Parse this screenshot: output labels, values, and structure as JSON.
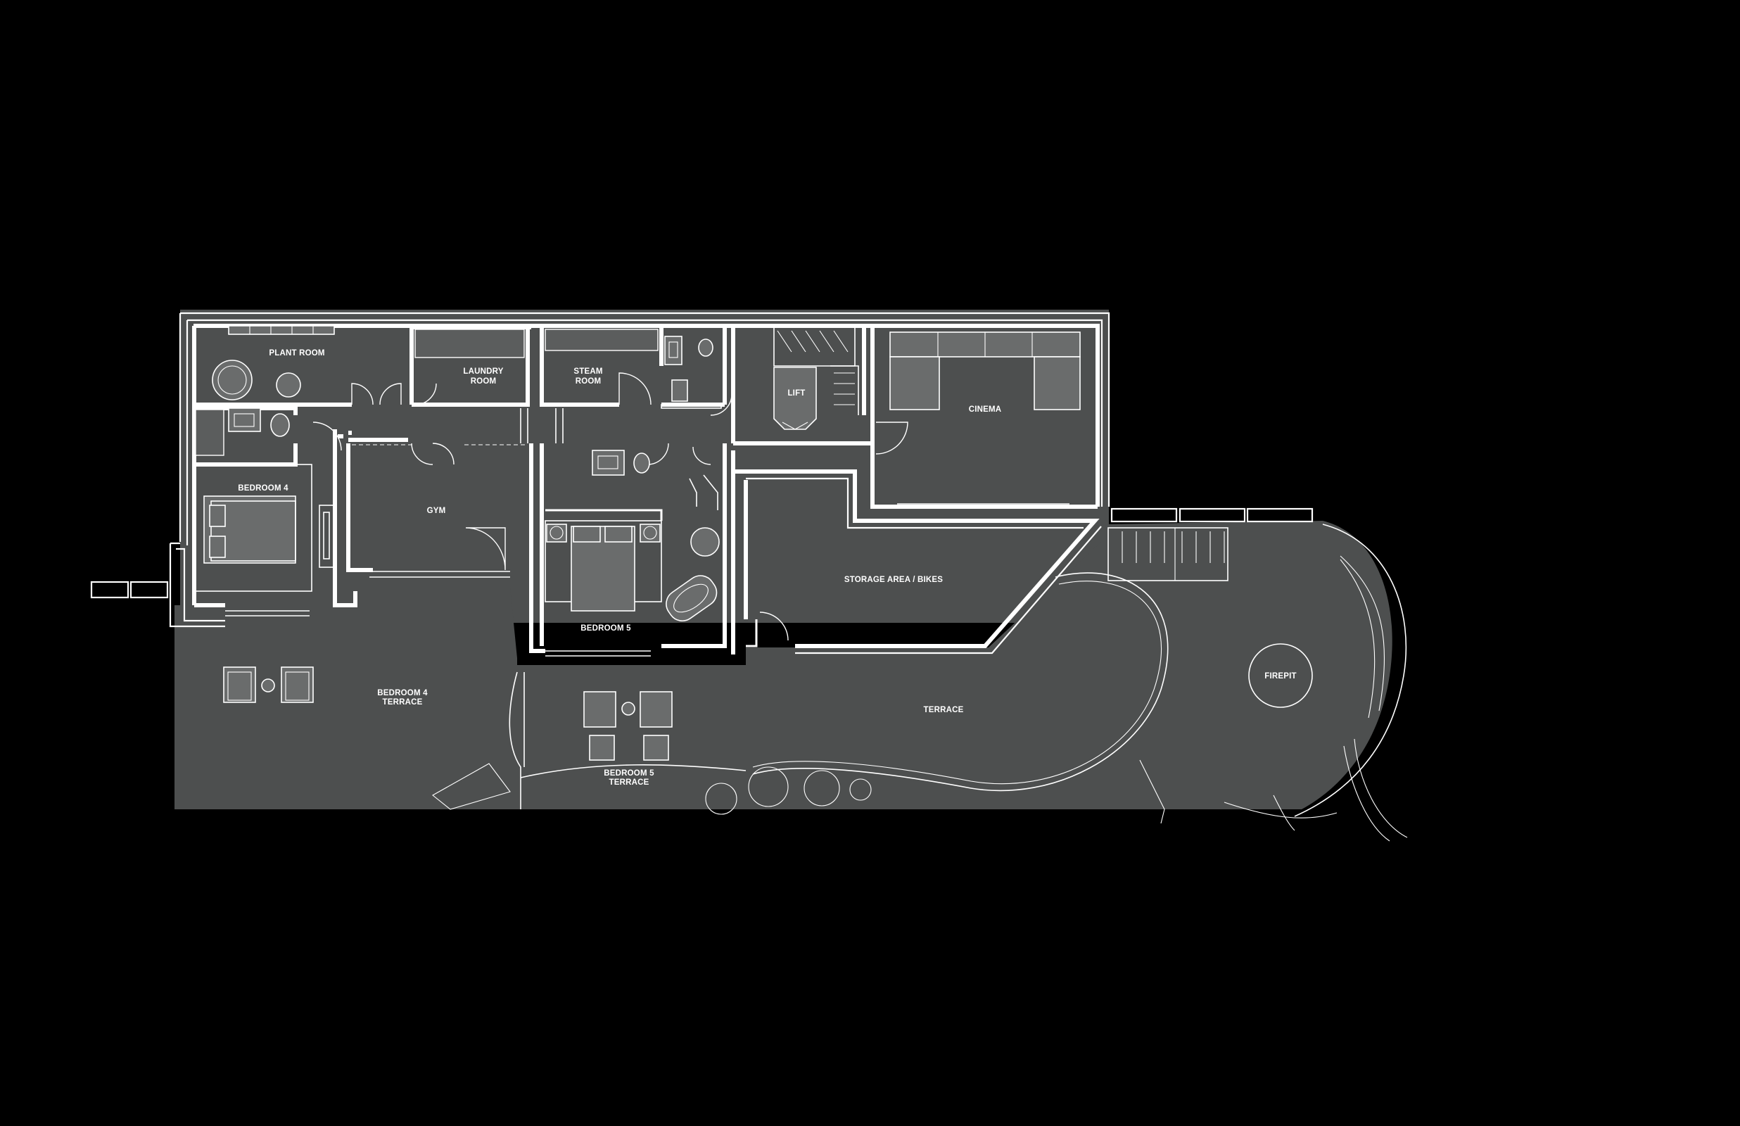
{
  "plan": {
    "rooms": {
      "plant_room": "PLANT ROOM",
      "laundry_room_line1": "LAUNDRY",
      "laundry_room_line2": "ROOM",
      "steam_room_line1": "STEAM",
      "steam_room_line2": "ROOM",
      "lift": "LIFT",
      "cinema": "CINEMA",
      "bedroom_4": "BEDROOM 4",
      "gym": "GYM",
      "storage": "STORAGE AREA / BIKES",
      "bedroom_5": "BEDROOM 5",
      "bedroom_4_terrace_line1": "BEDROOM 4",
      "bedroom_4_terrace_line2": "TERRACE",
      "terrace": "TERRACE",
      "firepit": "FIREPIT",
      "bedroom_5_terrace_line1": "BEDROOM 5",
      "bedroom_5_terrace_line2": "TERRACE"
    },
    "colors": {
      "background": "#000000",
      "floor": "#4d4f4f",
      "lines": "#ffffff"
    }
  }
}
